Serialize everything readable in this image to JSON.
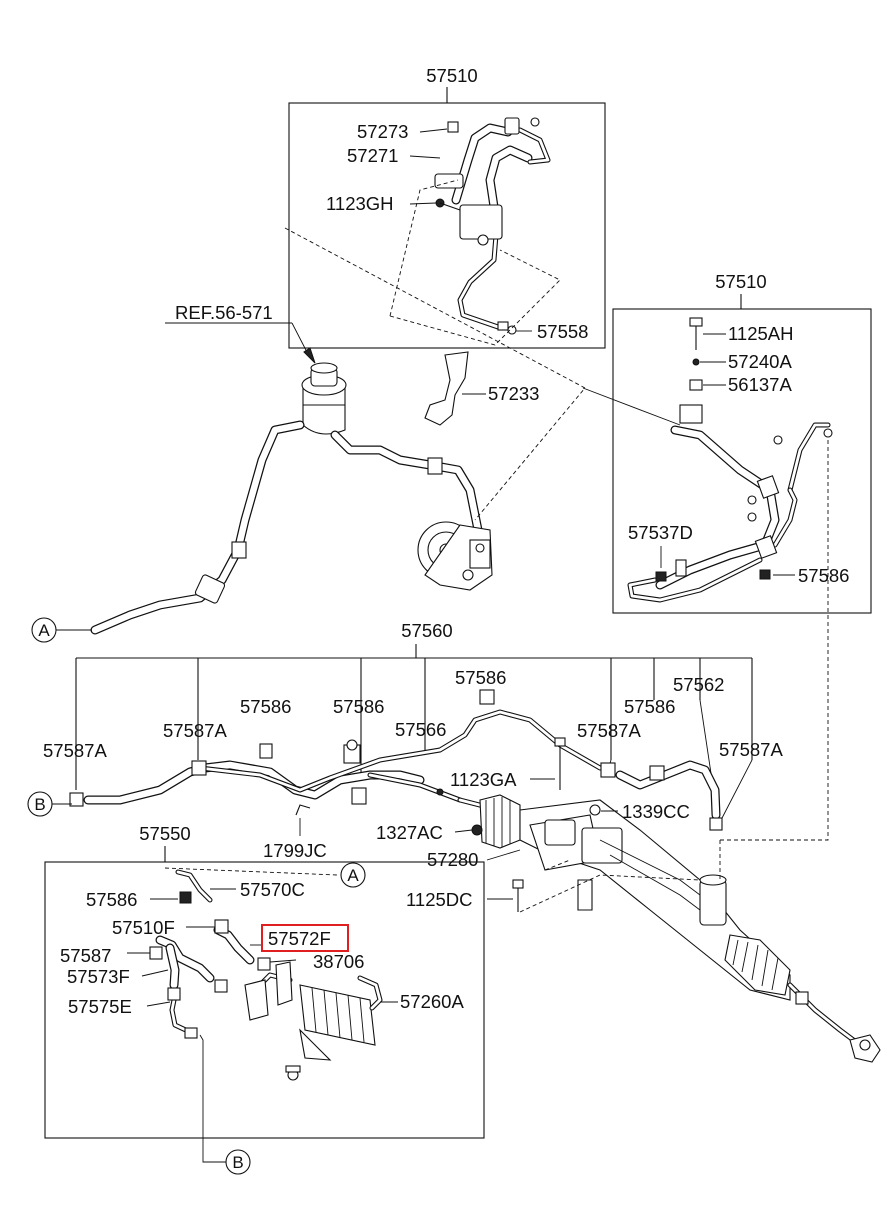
{
  "diagram": {
    "labels": {
      "p57510_top": "57510",
      "p57273": "57273",
      "p57271": "57271",
      "p1123GH": "1123GH",
      "p57558": "57558",
      "ref": "REF.56-571",
      "p57233": "57233",
      "p57510_right": "57510",
      "p1125AH": "1125AH",
      "p57240A": "57240A",
      "p56137A": "56137A",
      "p57537D": "57537D",
      "p57586_r": "57586",
      "p57560": "57560",
      "p57586_a": "57586",
      "p57586_b": "57586",
      "p57586_c": "57586",
      "p57586_d": "57586",
      "p57562": "57562",
      "p57587A_1": "57587A",
      "p57587A_2": "57587A",
      "p57566": "57566",
      "p57587A_3": "57587A",
      "p57587A_4": "57587A",
      "p1123GA": "1123GA",
      "p1339CC": "1339CC",
      "p1327AC": "1327AC",
      "p57280": "57280",
      "p1799JC": "1799JC",
      "p57550": "57550",
      "p57586_e": "57586",
      "p57570C": "57570C",
      "p1125DC": "1125DC",
      "p57510F": "57510F",
      "p57572F": "57572F",
      "p57587": "57587",
      "p38706": "38706",
      "p57573F": "57573F",
      "p57575E": "57575E",
      "p57260A": "57260A"
    },
    "markers": {
      "a1": "A",
      "a2": "A",
      "b1": "B",
      "b2": "B"
    },
    "highlight": {
      "part": "57572F",
      "color": "#e02020"
    }
  }
}
